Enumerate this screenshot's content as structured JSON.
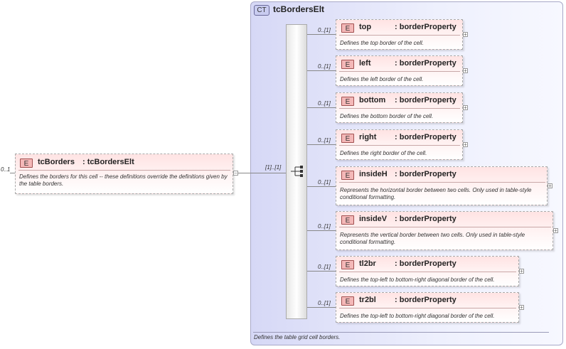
{
  "root": {
    "cardinality": "0..1",
    "badge": "E",
    "name": "tcBorders",
    "type": ": tcBordersElt",
    "description": "Defines the borders for this cell -- these definitions override the definitions given by the table borders.",
    "collapse": "−"
  },
  "complex_type": {
    "badge": "CT",
    "name": "tcBordersElt",
    "description": "Defines the table grid cell borders.",
    "sequence_cardinality": "[1]..[1]"
  },
  "children": [
    {
      "cardinality": "0..[1]",
      "badge": "E",
      "name": "top",
      "type": ": borderProperty",
      "description": "Defines the top border of the cell.",
      "expand": "+"
    },
    {
      "cardinality": "0..[1]",
      "badge": "E",
      "name": "left",
      "type": ": borderProperty",
      "description": "Defines the left border of the cell.",
      "expand": "+"
    },
    {
      "cardinality": "0..[1]",
      "badge": "E",
      "name": "bottom",
      "type": ": borderProperty",
      "description": "Defines the bottom border of the cell.",
      "expand": "+"
    },
    {
      "cardinality": "0..[1]",
      "badge": "E",
      "name": "right",
      "type": ": borderProperty",
      "description": "Defines the right border of the cell.",
      "expand": "+"
    },
    {
      "cardinality": "0..[1]",
      "badge": "E",
      "name": "insideH",
      "type": ": borderProperty",
      "description": "Represents the horizontal border between two cells. Only used in table-style conditional formatting.",
      "expand": "+"
    },
    {
      "cardinality": "0..[1]",
      "badge": "E",
      "name": "insideV",
      "type": ": borderProperty",
      "description": "Represents the vertical border between two cells. Only used in table-style conditional formatting.",
      "expand": "+"
    },
    {
      "cardinality": "0..[1]",
      "badge": "E",
      "name": "tl2br",
      "type": ": borderProperty",
      "description": "Defines the top-left to bottom-right diagonal border of the cell.",
      "expand": "+"
    },
    {
      "cardinality": "0..[1]",
      "badge": "E",
      "name": "tr2bl",
      "type": ": borderProperty",
      "description": "Defines the top-left to bottom-right diagonal border of the cell.",
      "expand": "+"
    }
  ]
}
